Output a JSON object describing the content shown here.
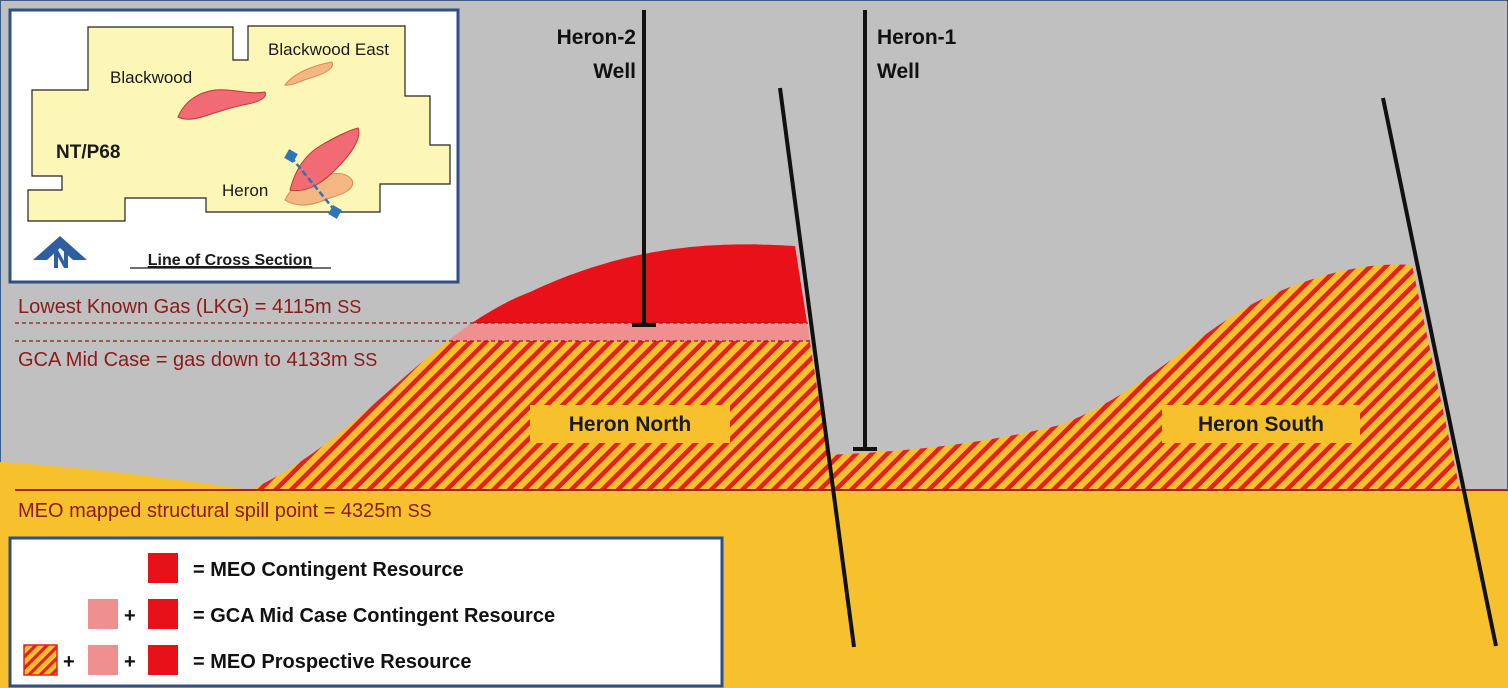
{
  "wells": {
    "heron2": {
      "name": "Heron-2",
      "type": "Well"
    },
    "heron1": {
      "name": "Heron-1",
      "type": "Well"
    }
  },
  "levels": {
    "lkg": {
      "text": "Lowest Known Gas (LKG) = 4115m",
      "unit": "SS"
    },
    "gca": {
      "text": "GCA  Mid Case = gas down to 4133m",
      "unit": "SS"
    },
    "spill": {
      "text": "MEO mapped structural spill point = 4325m",
      "unit": "SS"
    }
  },
  "fields": {
    "north": "Heron North",
    "south": "Heron South"
  },
  "inset": {
    "blackwood_east": "Blackwood East",
    "blackwood": "Blackwood",
    "permit": "NT/P68",
    "heron": "Heron",
    "caption": "Line of Cross Section"
  },
  "legend_symbols": {
    "plus": "+"
  },
  "legend": [
    {
      "label": "= MEO Contingent Resource",
      "color": "#e8111a"
    },
    {
      "label": "= GCA Mid Case Contingent Resource",
      "color": "#f08f8f"
    },
    {
      "label": "= MEO Prospective Resource",
      "color": "#f7c12e"
    }
  ],
  "colors": {
    "overburden": "#c0c0c0",
    "reservoir": "#f7c12e",
    "contingent": "#e8111a",
    "gca_band": "#f08f8f",
    "hatch_stripe": "#e5201e",
    "contact_text": "#8b1a1a",
    "frame": "#2f4f86"
  },
  "icons": [
    "north-arrow-icon"
  ]
}
